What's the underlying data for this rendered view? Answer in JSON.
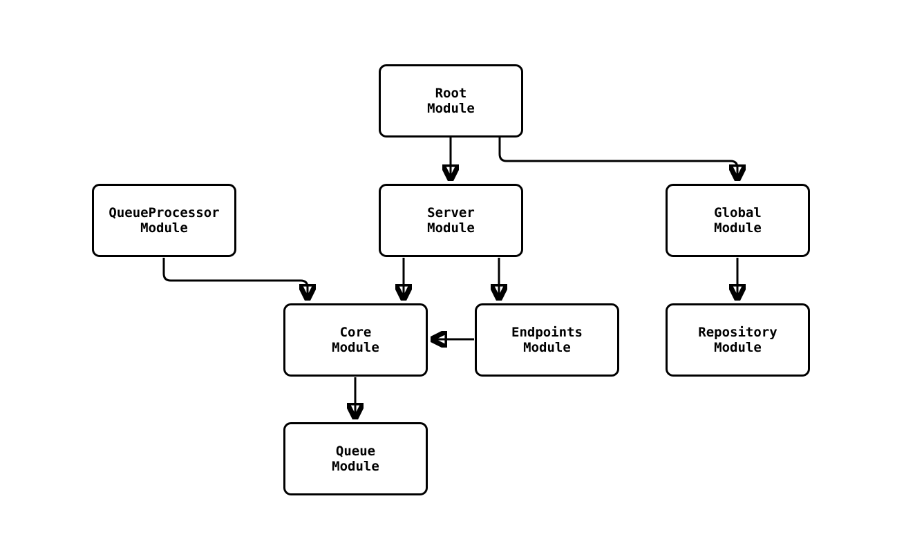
{
  "diagram": {
    "kind": "module-dependency-diagram",
    "colors": {
      "background": "#ffffff",
      "node_fill": "#ffffff",
      "stroke": "#000000",
      "text": "#000000"
    },
    "nodes": {
      "root": {
        "line1": "Root",
        "line2": "Module"
      },
      "queueprocessor": {
        "line1": "QueueProcessor",
        "line2": "Module"
      },
      "server": {
        "line1": "Server",
        "line2": "Module"
      },
      "global": {
        "line1": "Global",
        "line2": "Module"
      },
      "core": {
        "line1": "Core",
        "line2": "Module"
      },
      "endpoints": {
        "line1": "Endpoints",
        "line2": "Module"
      },
      "repository": {
        "line1": "Repository",
        "line2": "Module"
      },
      "queue": {
        "line1": "Queue",
        "line2": "Module"
      }
    },
    "edges": [
      {
        "from": "Root Module",
        "to": "Server Module"
      },
      {
        "from": "Root Module",
        "to": "Global Module"
      },
      {
        "from": "QueueProcessor Module",
        "to": "Core Module"
      },
      {
        "from": "Server Module",
        "to": "Core Module"
      },
      {
        "from": "Server Module",
        "to": "Endpoints Module"
      },
      {
        "from": "Endpoints Module",
        "to": "Core Module"
      },
      {
        "from": "Global Module",
        "to": "Repository Module"
      },
      {
        "from": "Core Module",
        "to": "Queue Module"
      }
    ]
  }
}
